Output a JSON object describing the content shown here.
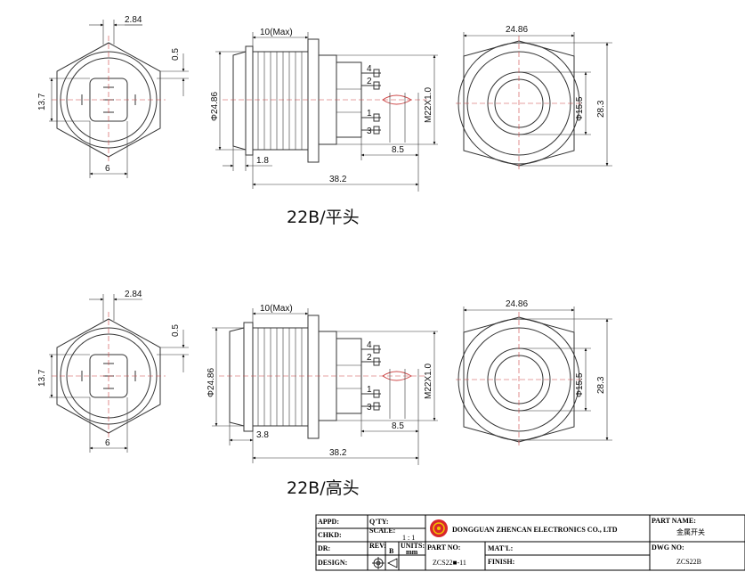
{
  "drawing_top": {
    "caption": "22B/平头",
    "dims": {
      "w_top": "2.84",
      "gap": "0.5",
      "height": "13.7",
      "width": "6",
      "thread_len": "10(Max)",
      "body_dia": "Φ24.86",
      "thread": "M22X1.0",
      "bezel": "1.8",
      "pin_len": "8.5",
      "total_len": "38.2",
      "hex": "24.86",
      "cap_dia": "Φ15.5",
      "hex_h": "28.3"
    },
    "pins": [
      "4",
      "2",
      "1",
      "3"
    ]
  },
  "drawing_bottom": {
    "caption": "22B/高头",
    "dims": {
      "w_top": "2.84",
      "gap": "0.5",
      "height": "13.7",
      "width": "6",
      "thread_len": "10(Max)",
      "body_dia": "Φ24.86",
      "thread": "M22X1.0",
      "bezel": "3.8",
      "pin_len": "8.5",
      "total_len": "38.2",
      "hex": "24.86",
      "cap_dia": "Φ15.5",
      "hex_h": "28.3"
    },
    "pins": [
      "4",
      "2",
      "1",
      "3"
    ]
  },
  "title_block": {
    "appd": "APPD:",
    "qty": "Q'TY:",
    "chkd": "CHKD:",
    "scale": "SCALE:",
    "scale_val": "1 : 1",
    "dr": "DR:",
    "rev": "REV:",
    "rev_val": "B",
    "units": "UNITS:",
    "units_val": "mm",
    "design": "DESIGN:",
    "company": "DONGGUAN ZHENCAN ELECTRONICS CO., LTD",
    "part_no": "PART NO:",
    "part_no_val": "ZCS22■-11",
    "matl": "MAT'L:",
    "finish": "FINISH:",
    "part_name": "PART NAME:",
    "part_name_val": "金属开关",
    "dwg_no": "DWG NO:",
    "dwg_no_val": "ZCS22B"
  }
}
